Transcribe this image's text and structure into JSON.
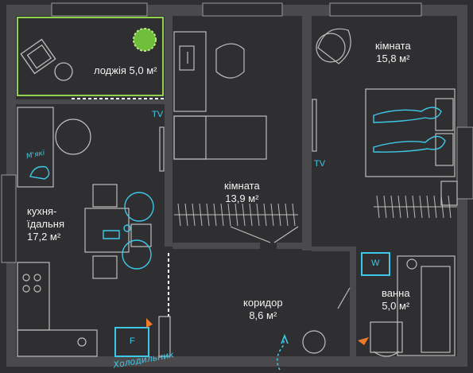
{
  "rooms": {
    "loggia": {
      "name": "лоджія",
      "area": "5,0 м²"
    },
    "room_13": {
      "name": "кімната",
      "area": "13,9 м²"
    },
    "room_15": {
      "name": "кімната",
      "area": "15,8 м²"
    },
    "kitchen": {
      "name_line1": "кухня-",
      "name_line2": "їдальня",
      "area": "17,2 м²"
    },
    "corridor": {
      "name": "коридор",
      "area": "8,6 м²"
    },
    "bath": {
      "name": "ванна",
      "area": "5,0 м²"
    }
  },
  "annotations": {
    "tv_left": "TV",
    "tv_right": "TV",
    "fridge": "Холодильник",
    "pouf": "М'які",
    "fridge_letter": "F",
    "washer_letter": "W"
  },
  "colors": {
    "background": "#2f2f31",
    "walls": "#4a4a4d",
    "lines": "#bdbdbd",
    "accent_cyan": "#3ec8e8",
    "accent_green": "#8fd14f",
    "accent_orange": "#f07a2a"
  }
}
